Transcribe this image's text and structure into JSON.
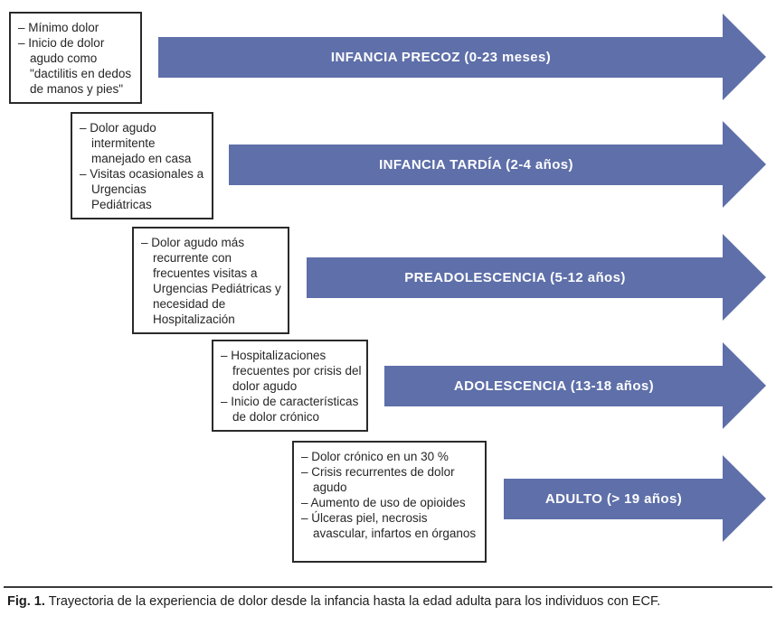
{
  "figure": {
    "rows": [
      {
        "stage_label": "INFANCIA PRECOZ (0-23 meses)",
        "box_items": [
          "– Mínimo dolor",
          "– Inicio de dolor agudo como \"dactilitis en dedos de manos y pies\""
        ]
      },
      {
        "stage_label": "INFANCIA TARDÍA (2-4 años)",
        "box_items": [
          "– Dolor agudo intermitente manejado en casa",
          "– Visitas ocasionales a Urgencias Pediátricas"
        ]
      },
      {
        "stage_label": "PREADOLESCENCIA (5-12 años)",
        "box_items": [
          "– Dolor agudo más recurrente con frecuentes visitas a Urgencias Pediátricas y necesidad de Hospitalización"
        ]
      },
      {
        "stage_label": "ADOLESCENCIA (13-18 años)",
        "box_items": [
          "– Hospitalizaciones frecuentes por crisis del dolor agudo",
          "– Inicio de características de dolor crónico"
        ]
      },
      {
        "stage_label": "ADULTO (> 19 años)",
        "box_items": [
          "– Dolor crónico en un 30 %",
          "– Crisis recurrentes de dolor agudo",
          "– Aumento de uso de opioides",
          "– Úlceras piel, necrosis avascular, infartos en órganos"
        ]
      }
    ],
    "caption": {
      "label": "Fig. 1.",
      "text": "Trayectoria de la experiencia de dolor desde la infancia hasta la edad adulta para los individuos con ECF."
    },
    "colors": {
      "arrow_fill": "#5e6fa9",
      "arrow_text": "#ffffff",
      "box_border": "#2a2a2a",
      "ink": "#262626"
    }
  }
}
